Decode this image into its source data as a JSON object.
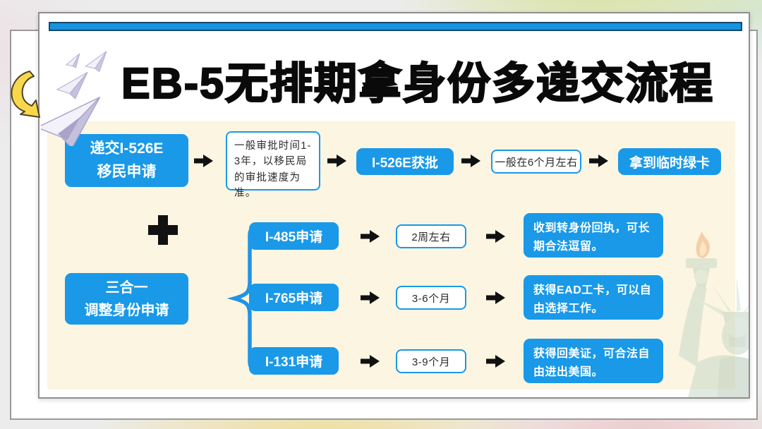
{
  "title": "EB-5无排期拿身份多递交流程",
  "colors": {
    "accent_blue": "#1999E8",
    "top_bar_blue": "#1793E2",
    "panel_cream": "#FBF5E1",
    "arrow_black": "#111111",
    "highlight_yellow": "#F6D84A"
  },
  "icons": {
    "arrow_right": "right-arrow glyph ➡",
    "plus": "plus-cross glyph ＋",
    "brace": "left curly brace {",
    "paper_planes": "paper airplanes",
    "curved_arrow": "yellow curved arrow",
    "statue_of_liberty": "faded statue of liberty with torch"
  },
  "flow_top": {
    "step1": "递交I-526E\n移民申请",
    "note1": "一般审批时间1-3年，以移民局的审批速度为准。",
    "step2": "I-526E获批",
    "note2": "一般在6个月左右",
    "step3": "拿到临时绿卡"
  },
  "combo": {
    "label": "三合一\n调整身份申请",
    "rows": [
      {
        "step": "I-485申请",
        "duration": "2周左右",
        "result": "收到转身份回执，可长期合法逗留。"
      },
      {
        "step": "I-765申请",
        "duration": "3-6个月",
        "result": "获得EAD工卡，可以自由选择工作。"
      },
      {
        "step": "I-131申请",
        "duration": "3-9个月",
        "result": "获得回美证，可合法自由进出美国。"
      }
    ]
  }
}
